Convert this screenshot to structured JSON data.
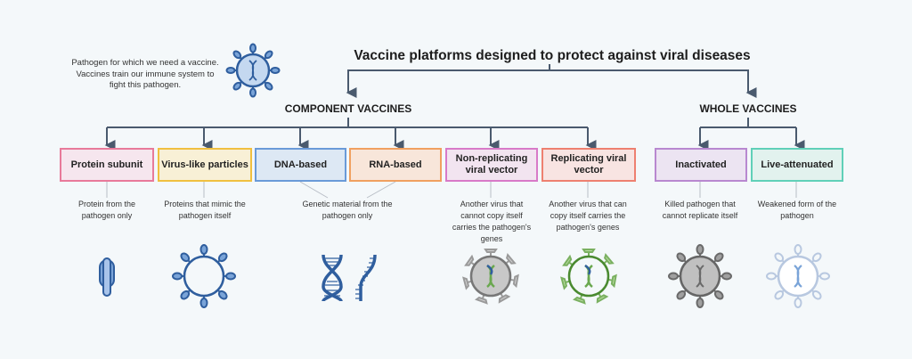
{
  "title": "Vaccine platforms designed to protect against viral diseases",
  "intro": {
    "text": "Pathogen for which we need a vaccine. Vaccines train our immune system to fight this pathogen.",
    "icon": "pathogen-virus-icon"
  },
  "sections": {
    "component": "COMPONENT VACCINES",
    "whole": "WHOLE VACCINES"
  },
  "platforms": [
    {
      "label": "Protein subunit",
      "description": "Protein from the pathogen only",
      "border": "#e87a9a",
      "fill": "#f6e6ee",
      "icon": "protein-icon"
    },
    {
      "label": "Virus-like particles",
      "description": "Proteins that mimic the pathogen itself",
      "border": "#f0c040",
      "fill": "#f8f0d6",
      "icon": "virus-like-particle-icon"
    },
    {
      "label": "DNA-based",
      "description": "Genetic material from the pathogen only",
      "border": "#6a9ad8",
      "fill": "#dde8f4",
      "icon": "dna-icon"
    },
    {
      "label": "RNA-based",
      "description": "",
      "border": "#f0a060",
      "fill": "#f8e6da",
      "icon": "rna-icon"
    },
    {
      "label": "Non-replicating viral vector",
      "description": "Another virus that cannot copy itself carries the pathogen's genes",
      "border": "#d87ac8",
      "fill": "#f2e4f0",
      "icon": "non-replicating-vector-icon"
    },
    {
      "label": "Replicating viral vector",
      "description": "Another virus that can copy itself carries the pathogen's genes",
      "border": "#ee8070",
      "fill": "#f8e4e2",
      "icon": "replicating-vector-icon"
    },
    {
      "label": "Inactivated",
      "description": "Killed pathogen that cannot replicate itself",
      "border": "#b888d0",
      "fill": "#ece4f2",
      "icon": "inactivated-virus-icon"
    },
    {
      "label": "Live-attenuated",
      "description": "Weakened form of the pathogen",
      "border": "#60d0b8",
      "fill": "#e2f2ee",
      "icon": "live-attenuated-virus-icon"
    }
  ],
  "colors": {
    "line": "#4a5a6e",
    "blue": "#2f5e9e",
    "blue_fill": "#c4d8f0",
    "green": "#5a9a40",
    "grey": "#7a7a7a"
  }
}
